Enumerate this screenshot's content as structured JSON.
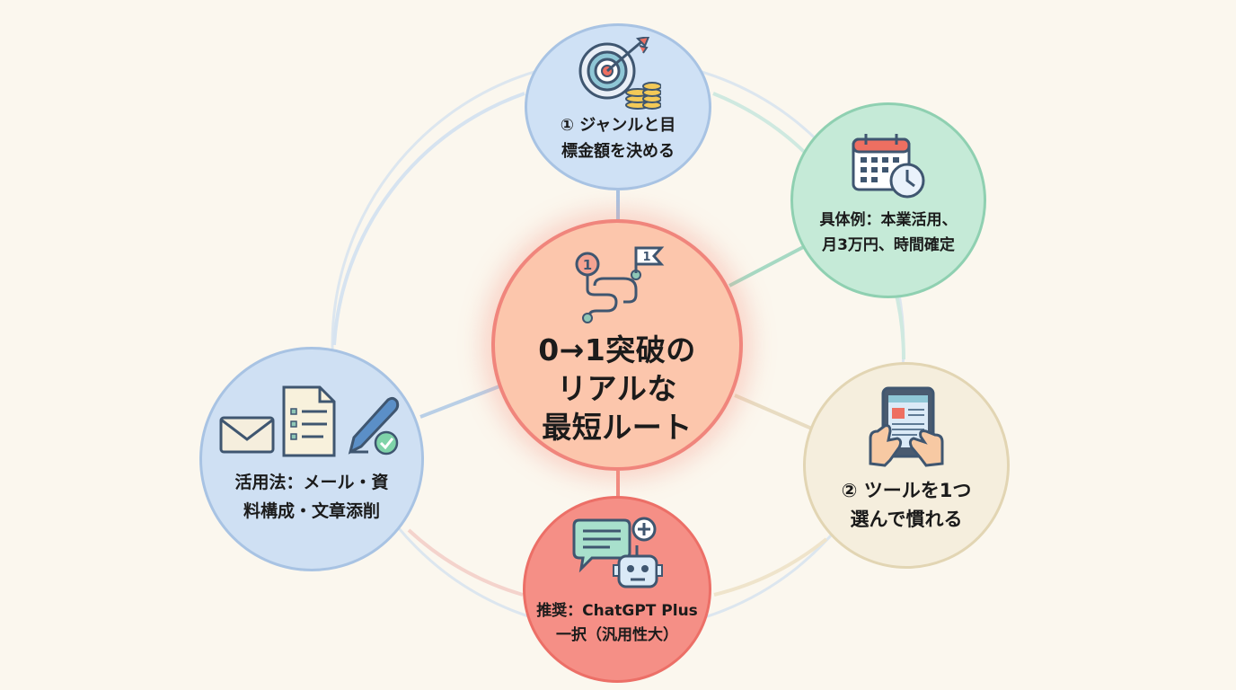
{
  "center": {
    "lines": [
      "0→1突破の",
      "リアルな",
      "最短ルート"
    ],
    "icon": "route-flag-icon",
    "icon_digit": "1",
    "flag_digit": "1"
  },
  "nodes": {
    "genre": {
      "lines": [
        "① ジャンルと目",
        "標金額を決める"
      ],
      "icon": "target-coins-icon"
    },
    "example": {
      "lines": [
        "具体例：本業活用、",
        "月3万円、時間確定"
      ],
      "icon": "calendar-clock-icon"
    },
    "tool": {
      "lines": [
        "② ツールを1つ",
        "選んで慣れる"
      ],
      "icon": "tablet-hands-icon"
    },
    "recommend": {
      "lines": [
        "推奨：ChatGPT Plus",
        "一択（汎用性大）"
      ],
      "icon": "chat-robot-icon"
    },
    "usage": {
      "lines": [
        "活用法：メール・資",
        "料構成・文章添削"
      ],
      "icon": "mail-document-pen-icon"
    }
  },
  "colors": {
    "background": "#fbf7ee",
    "center": "#fcc6ac",
    "genre": "#cfe1f5",
    "example": "#c5ead7",
    "tool": "#f5eedd",
    "recommend": "#f58f86",
    "usage": "#cfe0f3"
  }
}
